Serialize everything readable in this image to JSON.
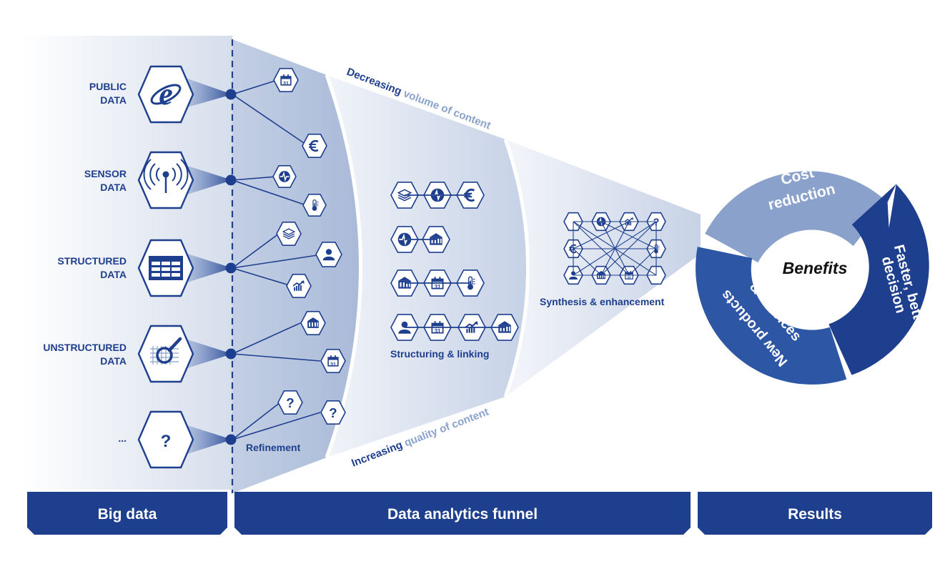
{
  "sources": [
    {
      "line1": "PUBLIC",
      "line2": "DATA",
      "icon": "internet-explorer-icon"
    },
    {
      "line1": "SENSOR",
      "line2": "DATA",
      "icon": "antenna-icon"
    },
    {
      "line1": "STRUCTURED",
      "line2": "DATA",
      "icon": "table-icon"
    },
    {
      "line1": "UNSTRUCTURED",
      "line2": "DATA",
      "icon": "magnifier-icon"
    },
    {
      "line1": "...",
      "line2": "",
      "icon": "question-icon"
    }
  ],
  "question_mark": "?",
  "euro_symbol": "€",
  "calendar_day": "31",
  "funnel": {
    "top_text_bold": "Decreasing",
    "top_text_light": " volume of content",
    "bottom_text_bold": "Increasing",
    "bottom_text_light": " quality of content",
    "refinement_label": "Refinement",
    "structuring_label": "Structuring & linking",
    "synthesis_label": "Synthesis & enhancement"
  },
  "benefits": {
    "center": "Benefits",
    "seg1_line1": "Cost",
    "seg1_line2": "reduction",
    "seg2_line1": "Faster, better",
    "seg2_line2": "decision",
    "seg3_line1": "New products",
    "seg3_line2": "& services"
  },
  "banners": {
    "big_data": "Big data",
    "funnel": "Data analytics funnel",
    "results": "Results"
  },
  "colors": {
    "navy": "#1e3f8e",
    "mid_blue": "#2d56a4",
    "light_segment": "#8aa2cb",
    "funnel_light": "#dfe6f1"
  }
}
